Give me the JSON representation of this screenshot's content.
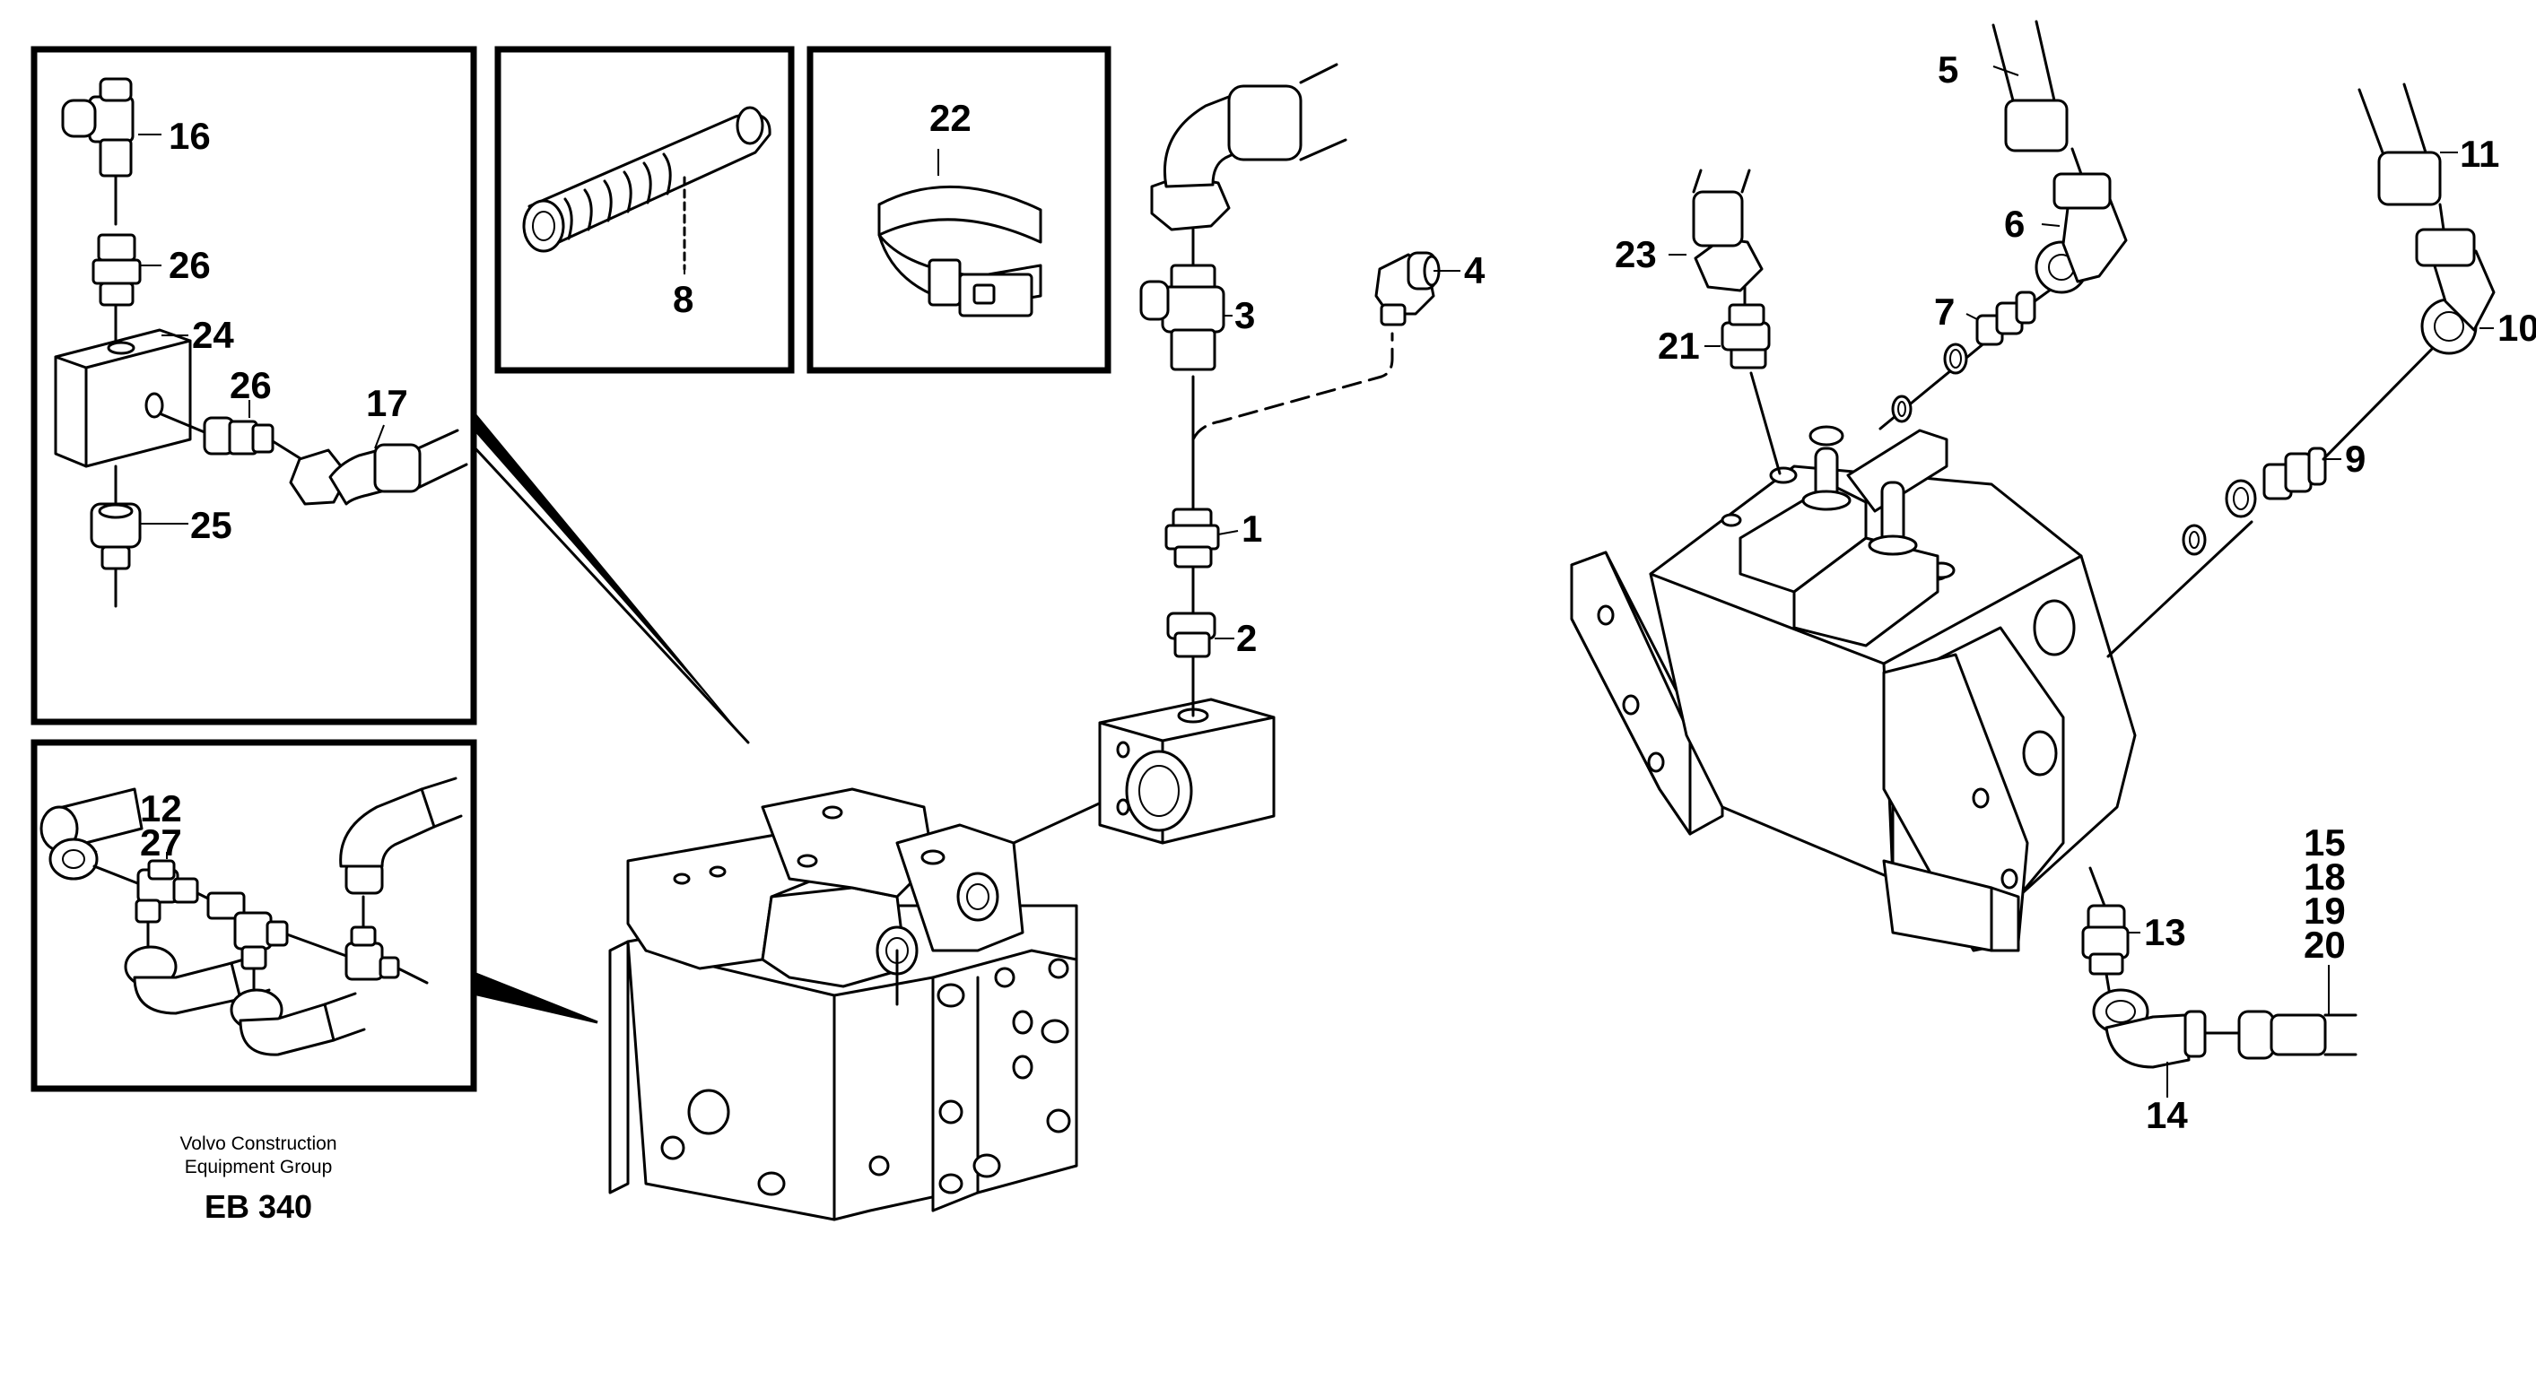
{
  "labels": {
    "p1": "1",
    "p2": "2",
    "p3": "3",
    "p4": "4",
    "p5": "5",
    "p6": "6",
    "p7": "7",
    "p8": "8",
    "p9": "9",
    "p10": "10",
    "p11": "11",
    "p12": "12",
    "p13": "13",
    "p14": "14",
    "p15": "15",
    "p16": "16",
    "p17": "17",
    "p18": "18",
    "p19": "19",
    "p20": "20",
    "p21": "21",
    "p22": "22",
    "p23": "23",
    "p24": "24",
    "p25": "25",
    "p26a": "26",
    "p26b": "26",
    "p27": "27"
  },
  "caption": {
    "line1": "Volvo Construction",
    "line2": "Equipment Group",
    "code": "EB 340"
  }
}
